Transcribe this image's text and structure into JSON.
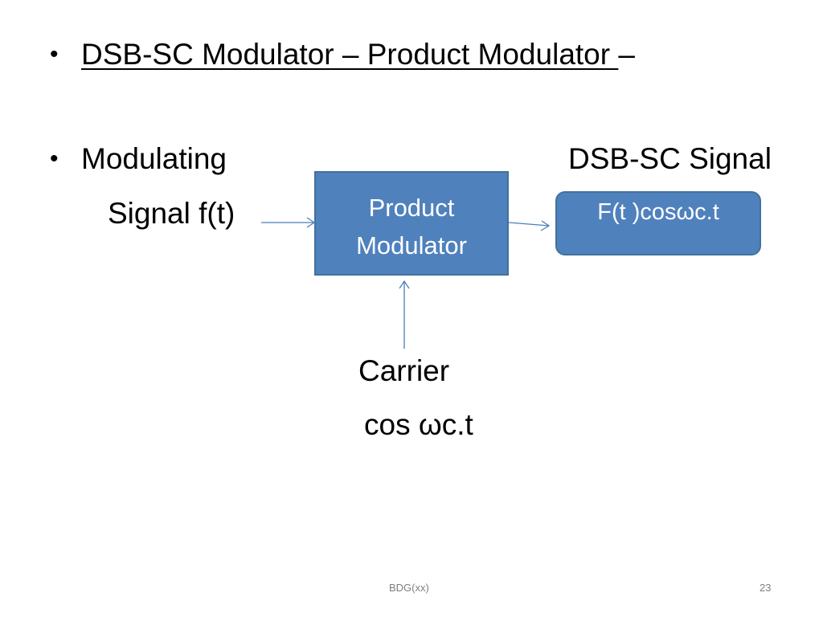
{
  "slide": {
    "heading": "DSB-SC Modulator – Product Modulator ",
    "heading_suffix": "–",
    "bullet_symbol": "•"
  },
  "diagram": {
    "input_label_line1": "Modulating",
    "input_label_line2": "Signal f(t)",
    "output_label": "DSB-SC Signal",
    "modulator_box_line1": "Product",
    "modulator_box_line2": "Modulator",
    "output_box_text": "F(t )cosωc.t",
    "carrier_label_line1": "Carrier",
    "carrier_label_line2": "cos ωc.t"
  },
  "footer": {
    "center_text": "BDG(xx)",
    "page_number": "23"
  },
  "colors": {
    "box_fill": "#4f81bd",
    "box_border": "#41719c",
    "arrow": "#4a7ebb",
    "text": "#000000",
    "footer_text": "#7f7f7f"
  }
}
